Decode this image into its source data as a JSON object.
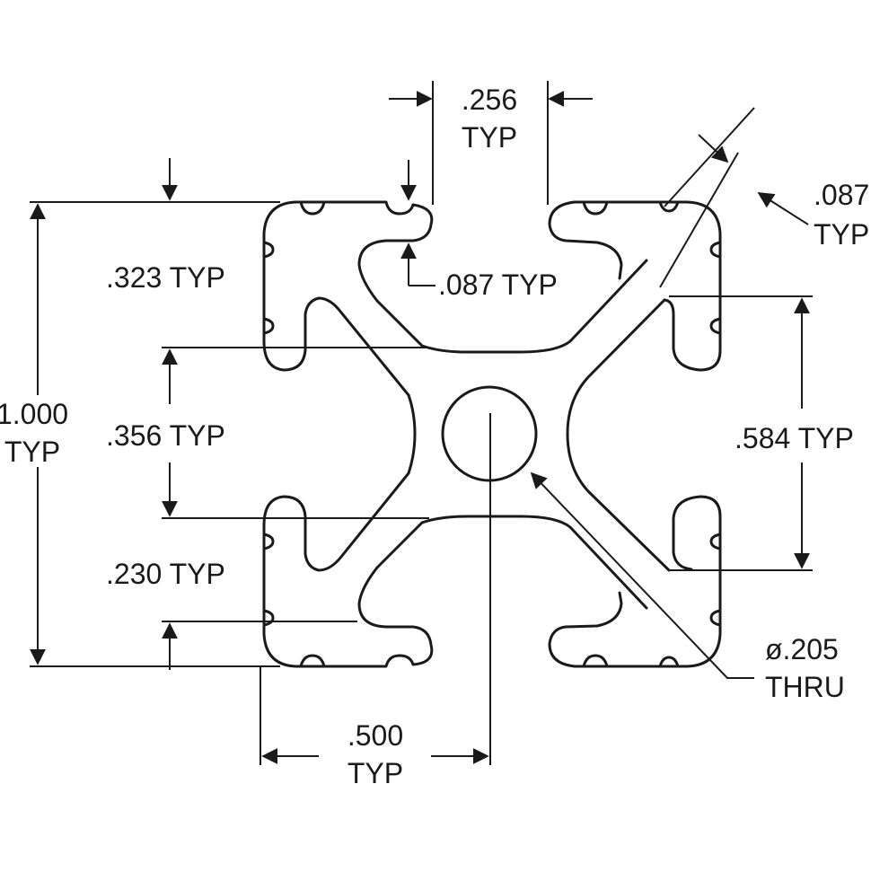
{
  "dimensions": {
    "width_slot_label": ".256",
    "width_slot_typ": "TYP",
    "diag_wall_label": ".087",
    "diag_wall_typ": "TYP",
    "overall_label": "1.000",
    "overall_typ": "TYP",
    "corner_label": ".323 TYP",
    "lip_label": ".087 TYP",
    "center_gap_label": ".356 TYP",
    "lower_label": ".230 TYP",
    "slot_depth_label": ".584 TYP",
    "half_width_label": ".500",
    "half_width_typ": "TYP",
    "hole_label": "ø.205",
    "hole_thru": "THRU"
  },
  "colors": {
    "line": "#1a1a1a",
    "background": "#ffffff"
  }
}
